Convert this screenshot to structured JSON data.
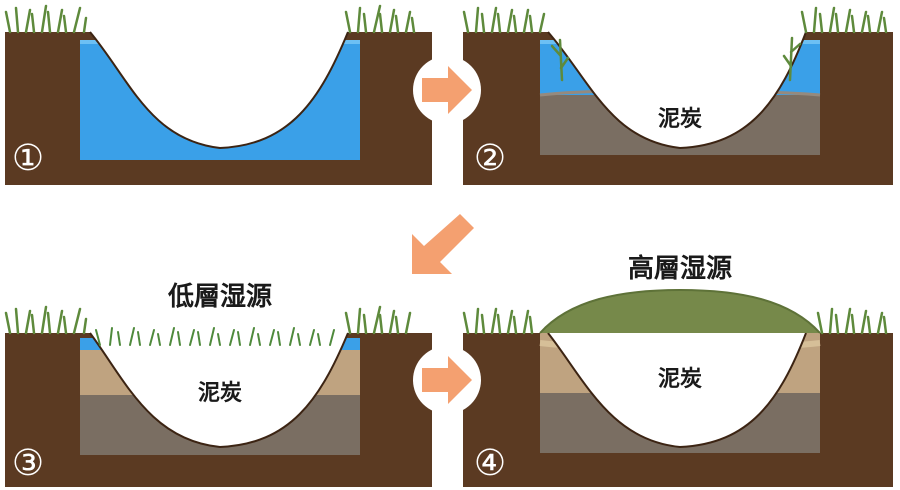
{
  "panels": [
    {
      "number": "①",
      "label": ""
    },
    {
      "number": "②",
      "label": "泥炭"
    },
    {
      "number": "③",
      "label": "泥炭",
      "title": "低層湿源"
    },
    {
      "number": "④",
      "label": "泥炭",
      "title": "高層湿源"
    }
  ],
  "colors": {
    "soil": "#5b3a22",
    "water": "#3aa0e8",
    "peat": "#7a6e62",
    "sand": "#bfa380",
    "moss": "#76894a",
    "grass": "#5e8a3c",
    "arrow": "#f4a070"
  }
}
